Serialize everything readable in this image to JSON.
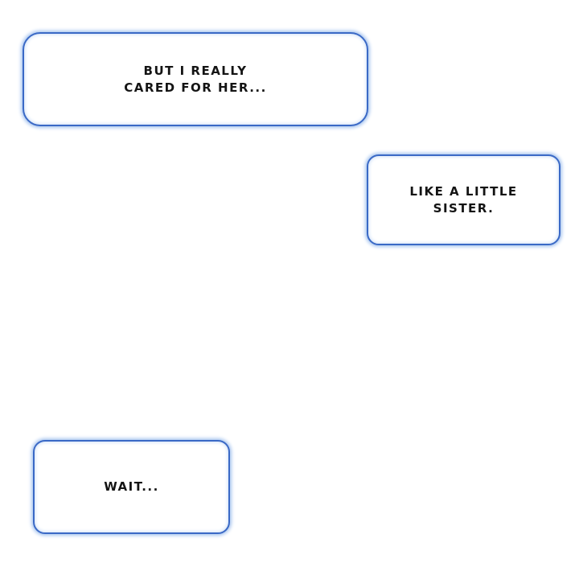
{
  "page": {
    "type": "comic-panel",
    "background_color": "#ffffff"
  },
  "colors": {
    "bubble_border": "#3a69c6",
    "bubble_glow": "#a9c6ef",
    "bubble_fill": "#ffffff",
    "text": "#141414"
  },
  "bubbles": [
    {
      "name": "speech-bubble-1",
      "lines": [
        "BUT I REALLY",
        "CARED FOR HER..."
      ]
    },
    {
      "name": "speech-bubble-2",
      "lines": [
        "LIKE A LITTLE",
        "SISTER."
      ]
    },
    {
      "name": "speech-bubble-3",
      "lines": [
        "WAIT..."
      ]
    }
  ]
}
